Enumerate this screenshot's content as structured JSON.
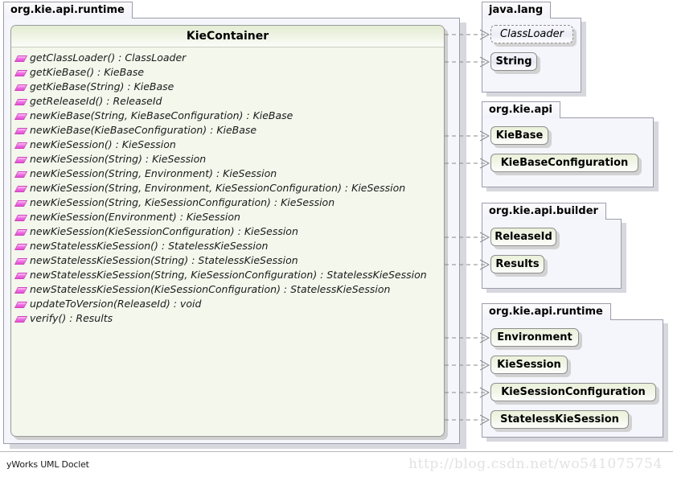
{
  "diagram": {
    "tool": "yWorks UML Doclet",
    "watermark": "http://blog.csdn.net/wo541075754",
    "colors": {
      "class_fill": "#f3f7ec",
      "class_header_top": "#e4ecd3",
      "package_fill": "#f5f5fc",
      "package_border": "#9c9cab",
      "member_icon": "#ef6fe4",
      "edge": "#8a8a8a"
    }
  },
  "main_package": {
    "name": "org.kie.api.runtime"
  },
  "main_class": {
    "name": "KieContainer",
    "stereotype": "interface",
    "members": [
      {
        "icon": "method-icon",
        "signature": "getClassLoader() : ClassLoader"
      },
      {
        "icon": "method-icon",
        "signature": "getKieBase() : KieBase"
      },
      {
        "icon": "method-icon",
        "signature": "getKieBase(String) : KieBase"
      },
      {
        "icon": "method-icon",
        "signature": "getReleaseId() : ReleaseId"
      },
      {
        "icon": "method-icon",
        "signature": "newKieBase(String, KieBaseConfiguration) : KieBase"
      },
      {
        "icon": "method-icon",
        "signature": "newKieBase(KieBaseConfiguration) : KieBase"
      },
      {
        "icon": "method-icon",
        "signature": "newKieSession() : KieSession"
      },
      {
        "icon": "method-icon",
        "signature": "newKieSession(String) : KieSession"
      },
      {
        "icon": "method-icon",
        "signature": "newKieSession(String, Environment) : KieSession"
      },
      {
        "icon": "method-icon",
        "signature": "newKieSession(String, Environment, KieSessionConfiguration) : KieSession"
      },
      {
        "icon": "method-icon",
        "signature": "newKieSession(String, KieSessionConfiguration) : KieSession"
      },
      {
        "icon": "method-icon",
        "signature": "newKieSession(Environment) : KieSession"
      },
      {
        "icon": "method-icon",
        "signature": "newKieSession(KieSessionConfiguration) : KieSession"
      },
      {
        "icon": "method-icon",
        "signature": "newStatelessKieSession() : StatelessKieSession"
      },
      {
        "icon": "method-icon",
        "signature": "newStatelessKieSession(String) : StatelessKieSession"
      },
      {
        "icon": "method-icon",
        "signature": "newStatelessKieSession(String, KieSessionConfiguration) : StatelessKieSession"
      },
      {
        "icon": "method-icon",
        "signature": "newStatelessKieSession(KieSessionConfiguration) : StatelessKieSession"
      },
      {
        "icon": "method-icon",
        "signature": "updateToVersion(ReleaseId) : void"
      },
      {
        "icon": "method-icon",
        "signature": "verify() : Results"
      }
    ]
  },
  "referenced_packages": [
    {
      "name": "java.lang",
      "types": [
        {
          "name": "ClassLoader",
          "style": "abstract"
        },
        {
          "name": "String",
          "style": "class"
        }
      ]
    },
    {
      "name": "org.kie.api",
      "types": [
        {
          "name": "KieBase",
          "style": "interface"
        },
        {
          "name": "KieBaseConfiguration",
          "style": "interface"
        }
      ]
    },
    {
      "name": "org.kie.api.builder",
      "types": [
        {
          "name": "ReleaseId",
          "style": "interface"
        },
        {
          "name": "Results",
          "style": "interface"
        }
      ]
    },
    {
      "name": "org.kie.api.runtime",
      "types": [
        {
          "name": "Environment",
          "style": "interface"
        },
        {
          "name": "KieSession",
          "style": "interface"
        },
        {
          "name": "KieSessionConfiguration",
          "style": "interface"
        },
        {
          "name": "StatelessKieSession",
          "style": "interface"
        }
      ]
    }
  ],
  "dependencies": [
    {
      "from": "KieContainer",
      "to": "ClassLoader",
      "kind": "dependency"
    },
    {
      "from": "KieContainer",
      "to": "String",
      "kind": "dependency"
    },
    {
      "from": "KieContainer",
      "to": "KieBase",
      "kind": "dependency"
    },
    {
      "from": "KieContainer",
      "to": "KieBaseConfiguration",
      "kind": "dependency"
    },
    {
      "from": "KieContainer",
      "to": "ReleaseId",
      "kind": "dependency"
    },
    {
      "from": "KieContainer",
      "to": "Results",
      "kind": "dependency"
    },
    {
      "from": "KieContainer",
      "to": "Environment",
      "kind": "dependency"
    },
    {
      "from": "KieContainer",
      "to": "KieSession",
      "kind": "dependency"
    },
    {
      "from": "KieContainer",
      "to": "KieSessionConfiguration",
      "kind": "dependency"
    },
    {
      "from": "KieContainer",
      "to": "StatelessKieSession",
      "kind": "dependency"
    }
  ]
}
